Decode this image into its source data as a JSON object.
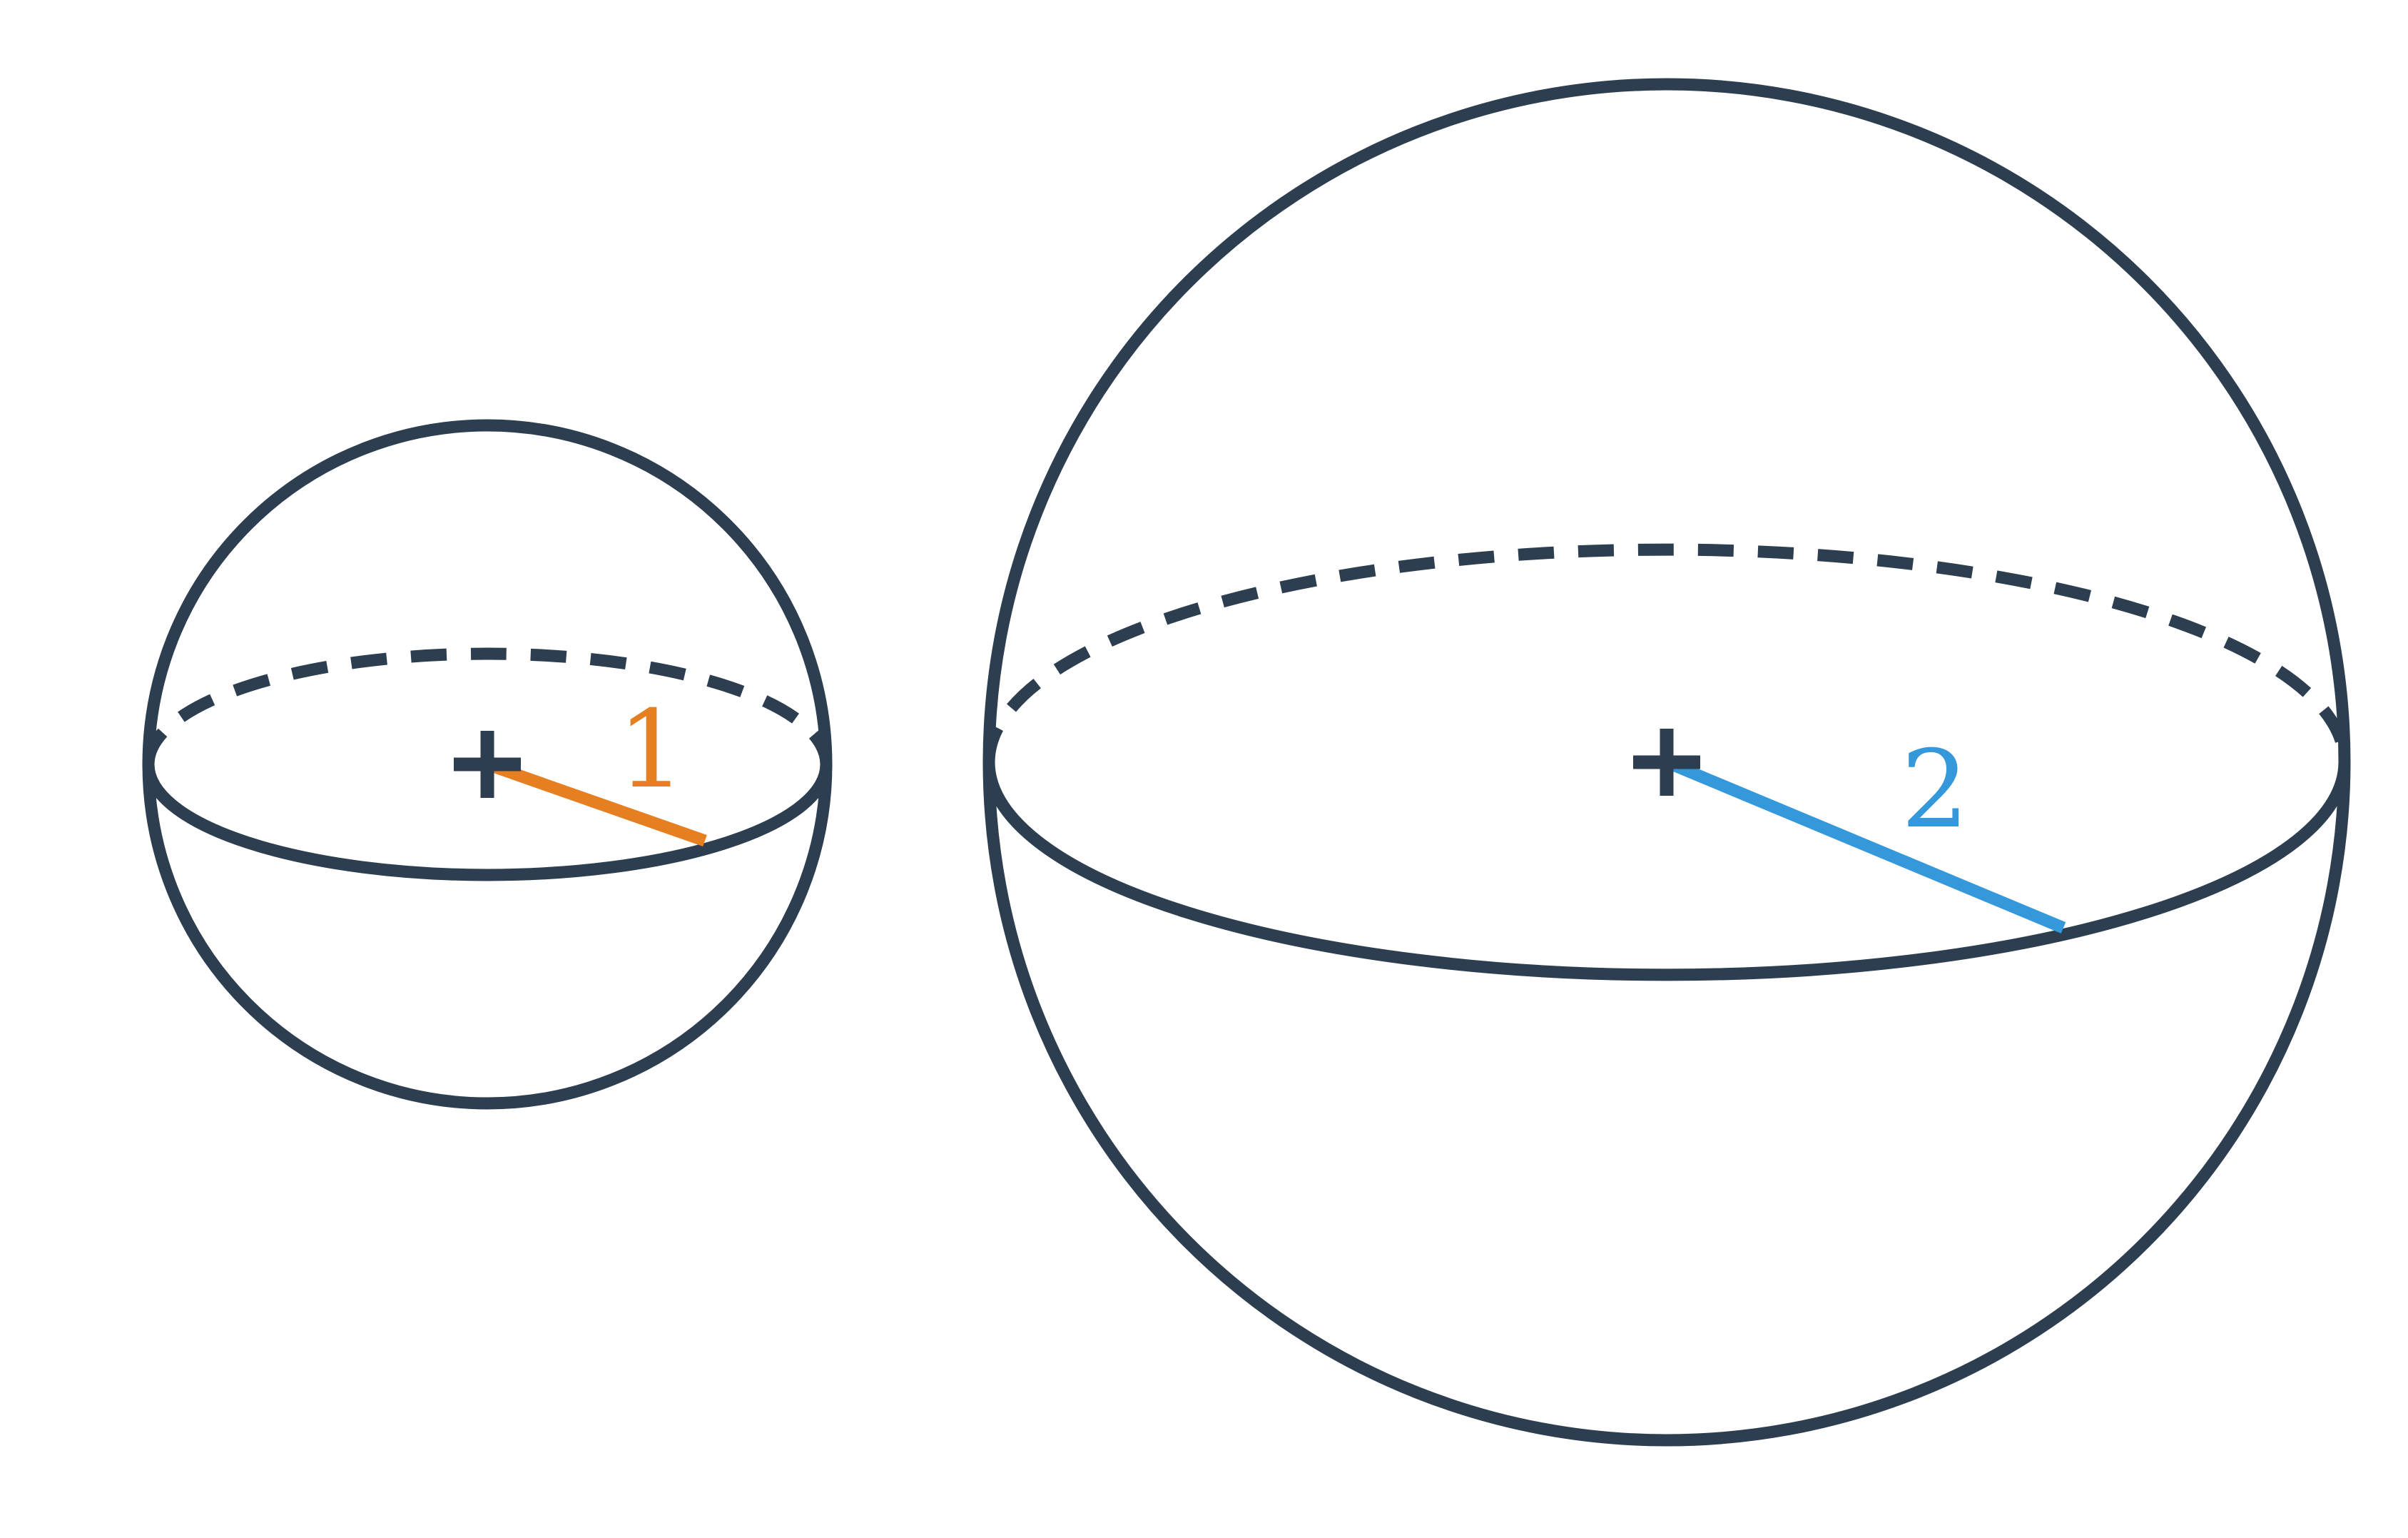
{
  "colors": {
    "outline": "#2c3e50",
    "small_radius": "#e67e22",
    "large_radius": "#3498db",
    "background": "#ffffff"
  },
  "spheres": [
    {
      "id": "small",
      "radius_label": "1"
    },
    {
      "id": "large",
      "radius_label": "2"
    }
  ]
}
